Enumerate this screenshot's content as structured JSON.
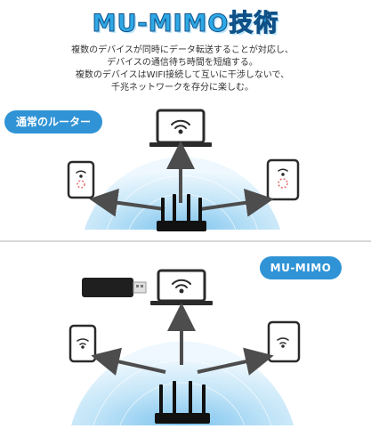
{
  "title": "MU-MIMO技術",
  "description": [
    "複数のデバイスが同時にデータ転送することが対応し、",
    "デバイスの通信待ち時間を短縮する。",
    "複数のデバイスはWIFI接続して互いに干渉しないで、",
    "千兆ネットワークを存分に楽しむ。"
  ],
  "labels": {
    "normal_router": "通常のルーター",
    "mu_mimo": "MU-MIMO"
  },
  "icons": {
    "wifi": "wifi-icon",
    "loading": "loading-icon",
    "laptop": "laptop-icon",
    "tablet": "tablet-icon",
    "phone": "phone-icon",
    "router": "router-icon",
    "usb_adapter": "usb-adapter-icon"
  },
  "colors": {
    "accent": "#2f93d6",
    "title": "#2ea9e6",
    "signal_light": "#e8f5fd",
    "signal_dark": "#9dd2f2",
    "arrow": "#4d4d4d",
    "device_border": "#2b2b2b"
  }
}
